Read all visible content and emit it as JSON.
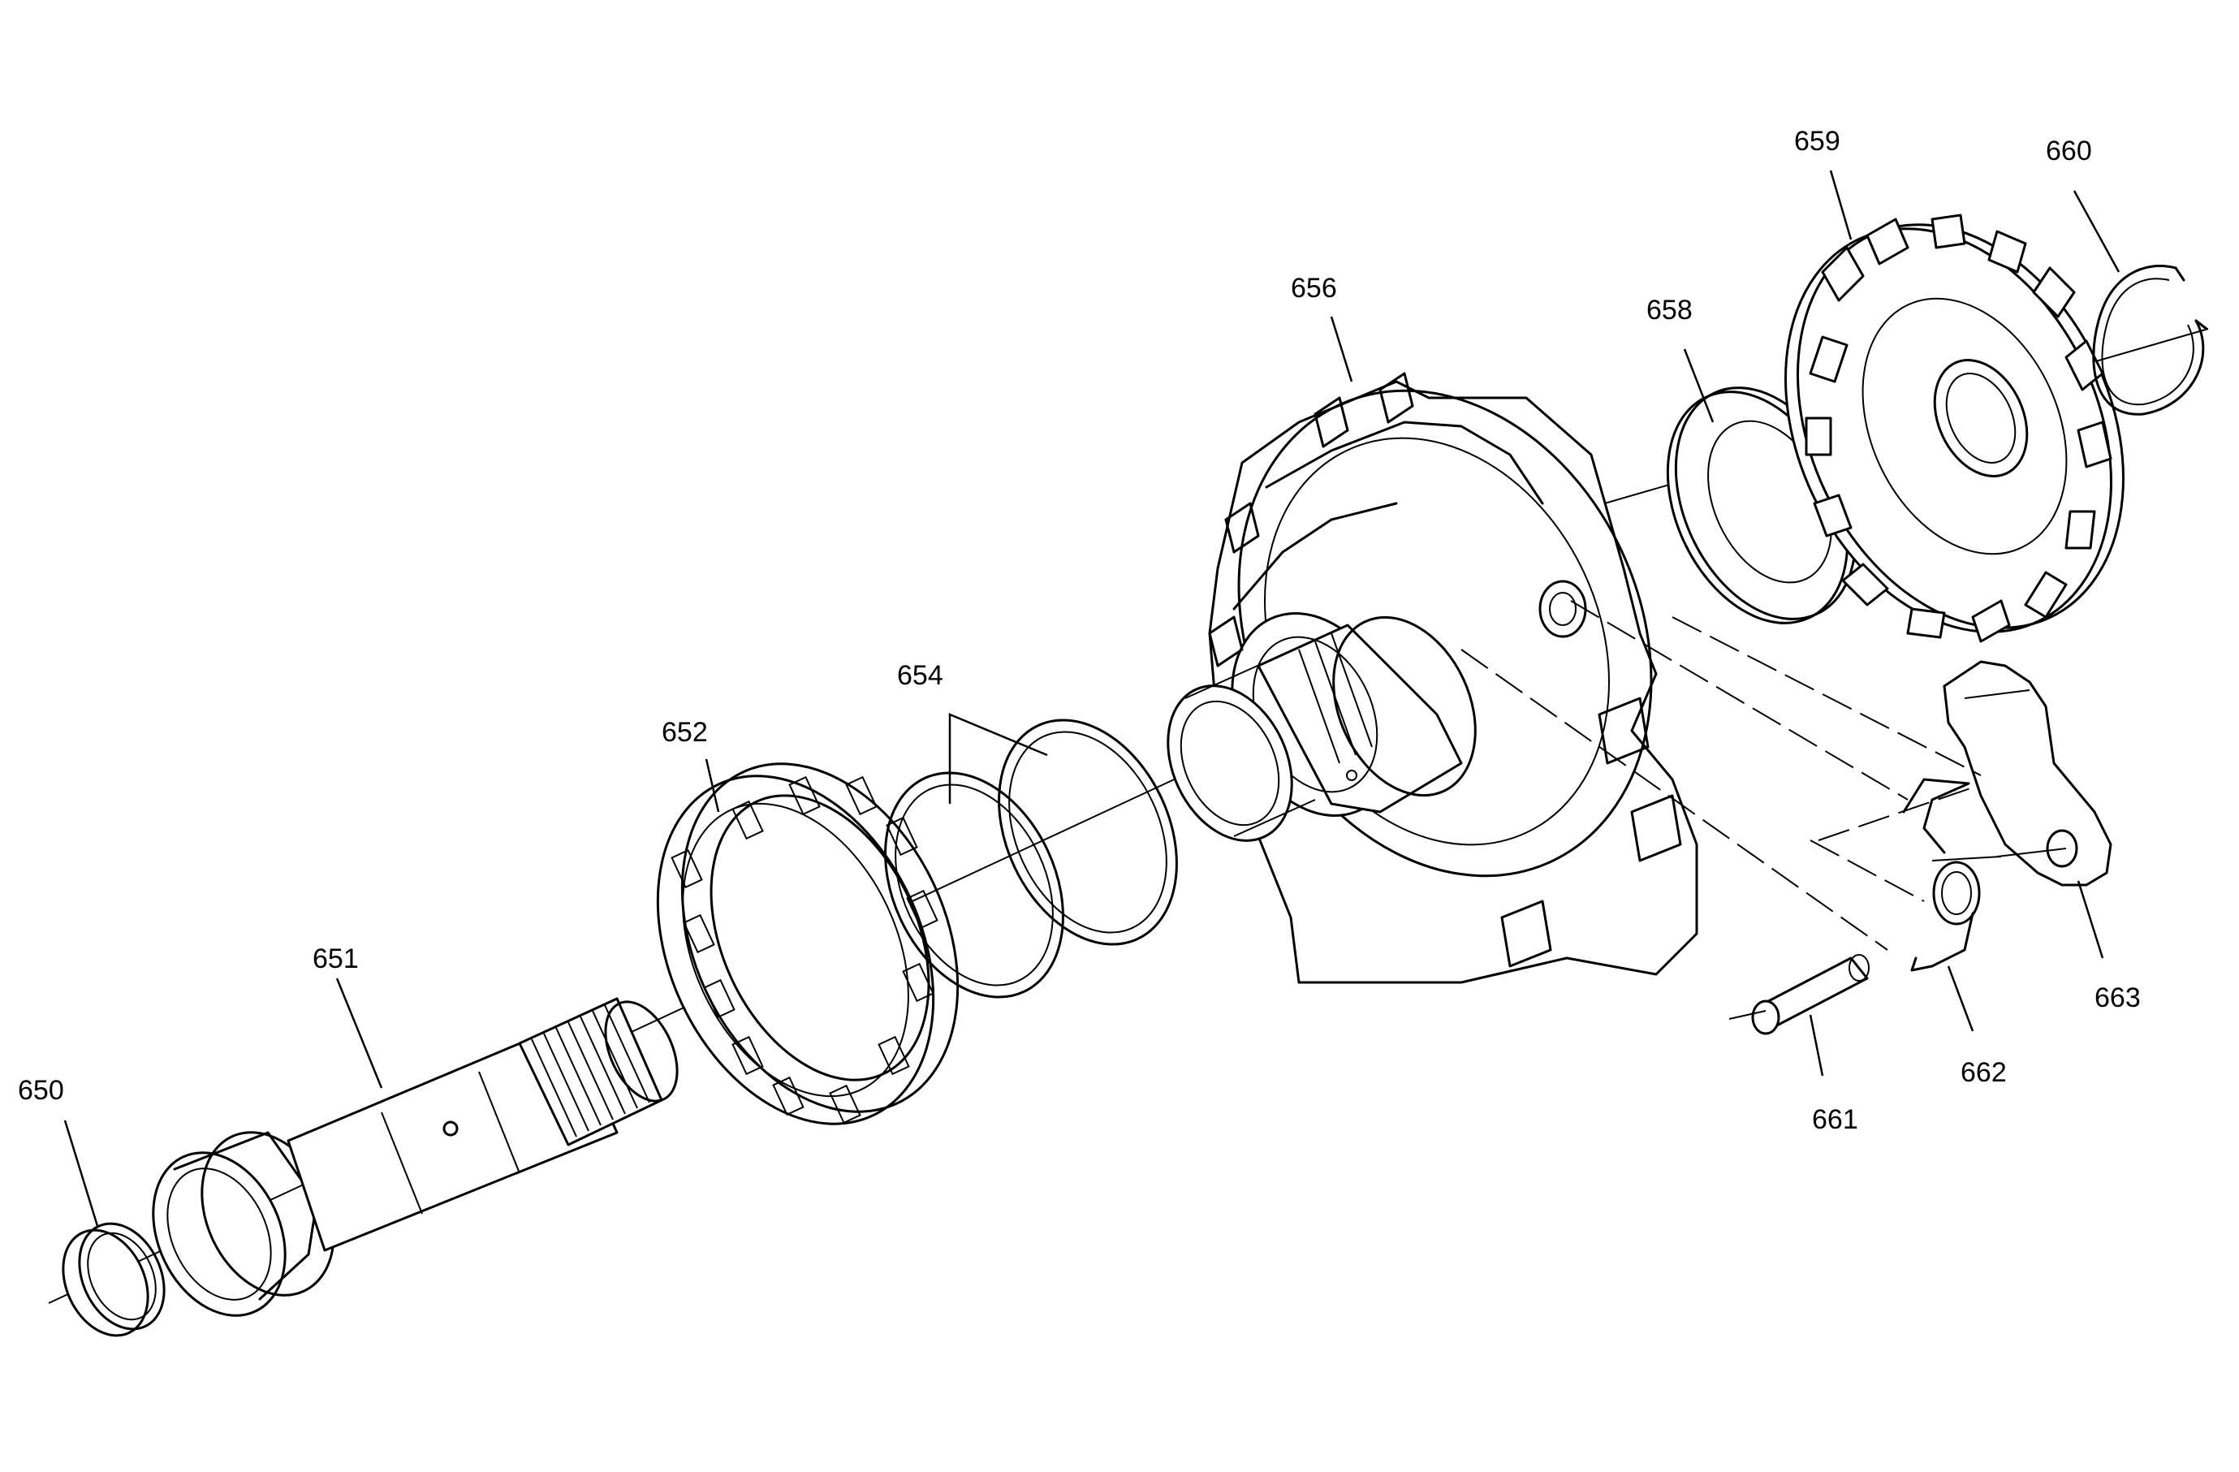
{
  "labels": {
    "p650": "650",
    "p651": "651",
    "p652": "652",
    "p654": "654",
    "p656": "656",
    "p658": "658",
    "p659": "659",
    "p660": "660",
    "p661": "661",
    "p662": "662",
    "p663": "663"
  }
}
